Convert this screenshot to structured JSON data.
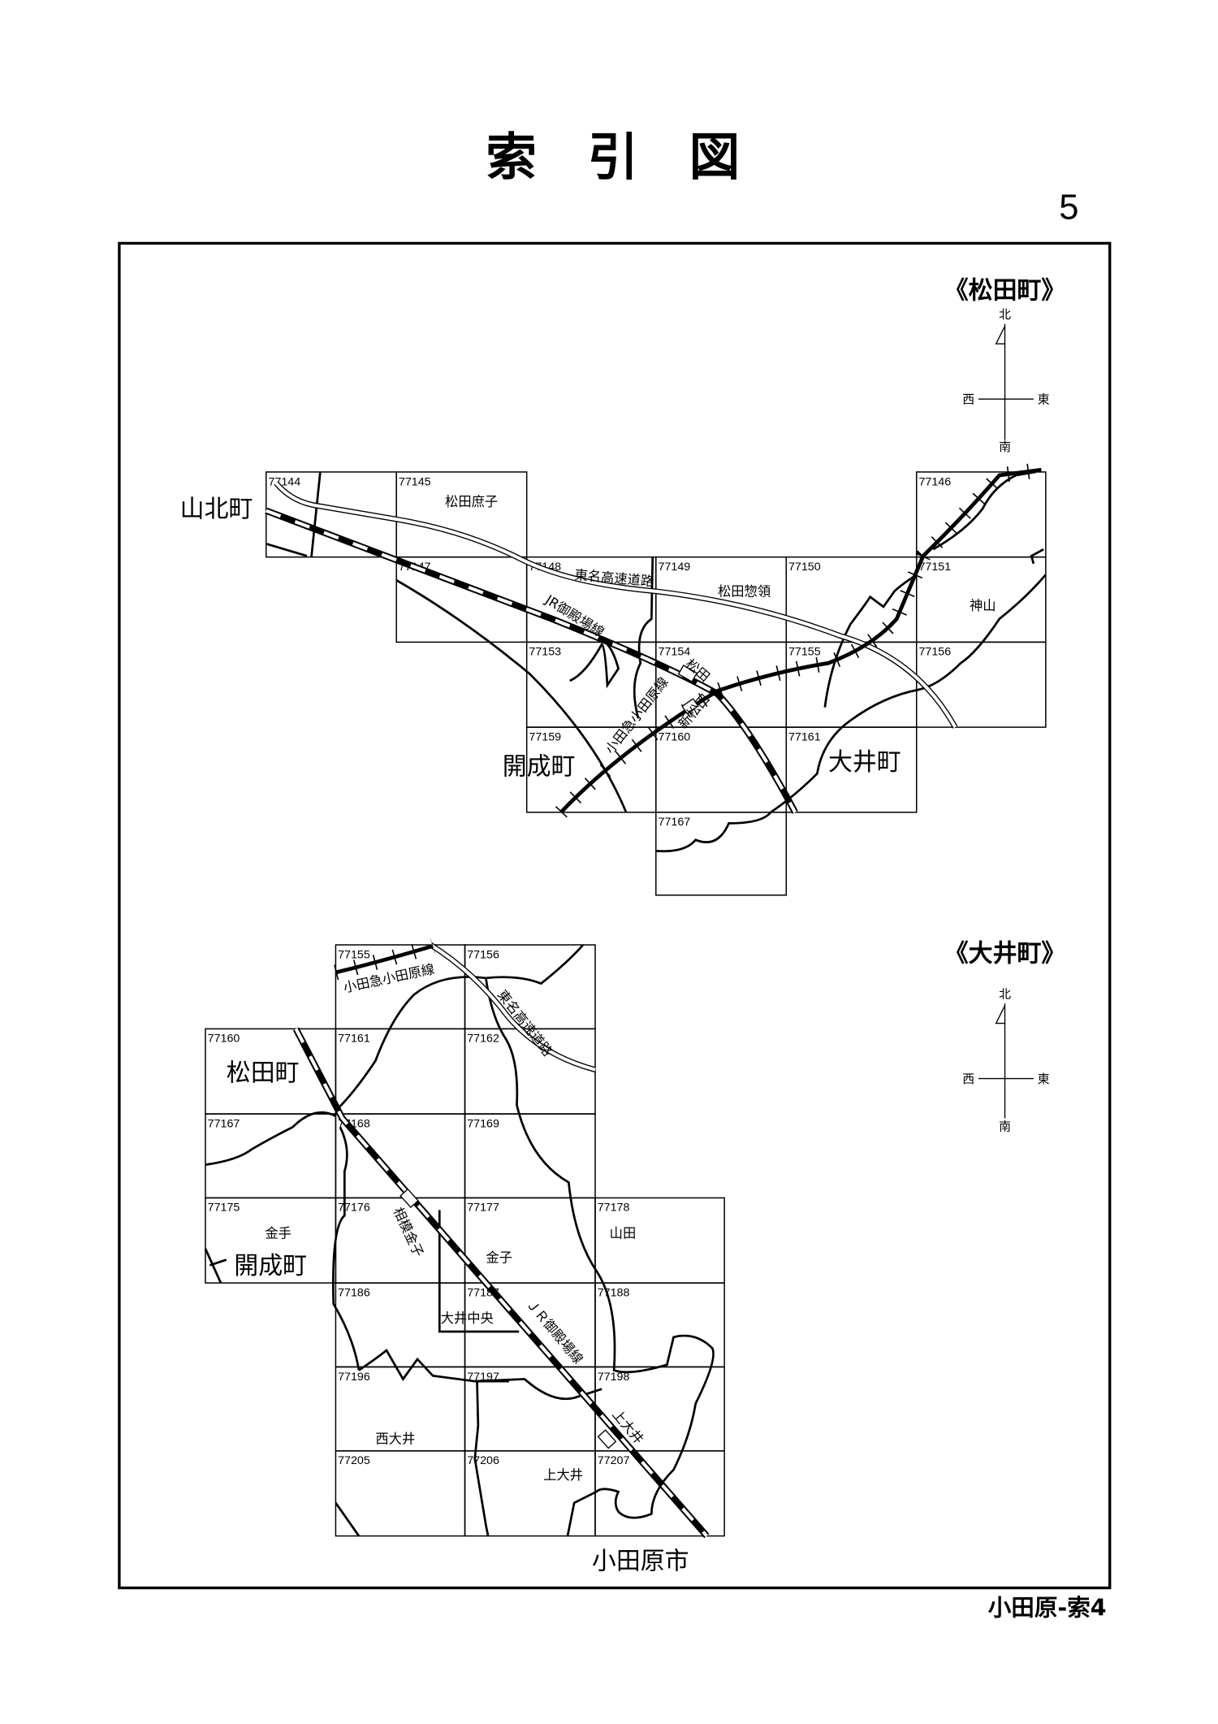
{
  "header": {
    "title": "索　引　図",
    "page_number": "5",
    "footer": "小田原-索4"
  },
  "maps": {
    "matsuda": {
      "heading": "《松田町》",
      "compass": {
        "north": "北",
        "south": "南",
        "west": "西",
        "east": "東"
      },
      "cells": [
        "77144",
        "77145",
        "77146",
        "77147",
        "77148",
        "77149",
        "77150",
        "77151",
        "77153",
        "77154",
        "77155",
        "77156",
        "77159",
        "77160",
        "77161",
        "77167"
      ],
      "towns": [
        "山北町",
        "開成町",
        "大井町"
      ],
      "areas": [
        "松田庶子",
        "松田惣領",
        "神山"
      ],
      "features": {
        "highway": "東名高速道路",
        "jr_line": "JR御殿場線",
        "odakyu_line": "小田急小田原線",
        "station_matsuda": "松田",
        "station_shinmatsuda": "新松田"
      }
    },
    "oi": {
      "heading": "《大井町》",
      "compass": {
        "north": "北",
        "south": "南",
        "west": "西",
        "east": "東"
      },
      "cells": [
        "77155",
        "77156",
        "77160",
        "77161",
        "77162",
        "77167",
        "77168",
        "77169",
        "77175",
        "77176",
        "77177",
        "77178",
        "77186",
        "77187",
        "77188",
        "77196",
        "77197",
        "77198",
        "77205",
        "77206",
        "77207"
      ],
      "towns": [
        "松田町",
        "開成町",
        "小田原市"
      ],
      "areas": [
        "金手",
        "金子",
        "山田",
        "大井中央",
        "西大井",
        "上大井"
      ],
      "features": {
        "highway": "東名高速道路",
        "jr_line": "ＪＲ御殿場線",
        "odakyu_line": "小田急小田原線",
        "station_sagamikaneko": "相模金子",
        "station_kamiooi": "上大井"
      }
    }
  }
}
